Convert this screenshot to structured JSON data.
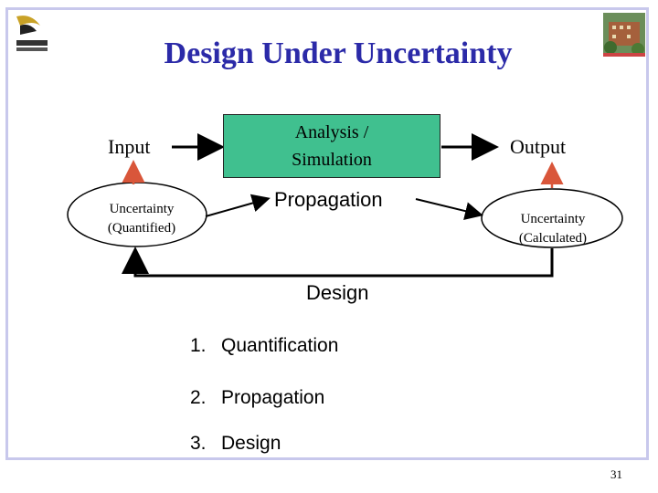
{
  "slide": {
    "title": "Design Under Uncertainty",
    "page_number": "31"
  },
  "diagram": {
    "input_label": "Input",
    "output_label": "Output",
    "process_box": "Analysis /\nSimulation",
    "input_uncertainty": "Uncertainty\n(Quantified)",
    "output_uncertainty": "Uncertainty\n(Calculated)",
    "propagation_label": "Propagation",
    "design_label": "Design"
  },
  "steps": [
    {
      "num": "1.",
      "label": "Quantification"
    },
    {
      "num": "2.",
      "label": "Propagation"
    },
    {
      "num": "3.",
      "label": "Design"
    }
  ],
  "colors": {
    "title": "#2b2aa8",
    "frame": "#c8c8ec",
    "box_fill": "#40c08f",
    "uncertainty_arrow": "#d9563a",
    "flow_line": "#000000"
  }
}
